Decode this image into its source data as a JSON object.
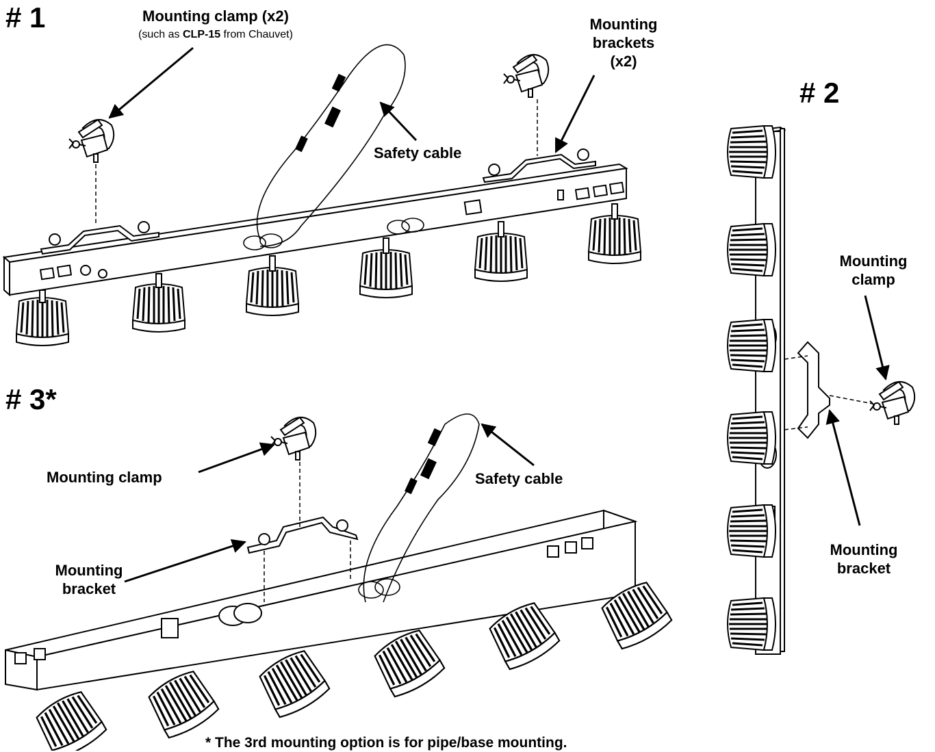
{
  "sections": {
    "one": "# 1",
    "two": "# 2",
    "three": "# 3*"
  },
  "labels": {
    "clamp_x2": "Mounting clamp (x2)",
    "clamp_x2_note_prefix": "(such as ",
    "clamp_x2_note_model": "CLP-15",
    "clamp_x2_note_suffix": " from Chauvet)",
    "safety_cable_1": "Safety cable",
    "brackets_line1": "Mounting",
    "brackets_line2": "brackets",
    "brackets_line3": "(x2)",
    "clamp_2_line1": "Mounting",
    "clamp_2_line2": "clamp",
    "bracket_2_line1": "Mounting",
    "bracket_2_line2": "bracket",
    "clamp_3": "Mounting clamp",
    "safety_cable_3": "Safety cable",
    "bracket_3_line1": "Mounting",
    "bracket_3_line2": "bracket"
  },
  "footnote": "* The 3rd mounting option is for pipe/base mounting."
}
